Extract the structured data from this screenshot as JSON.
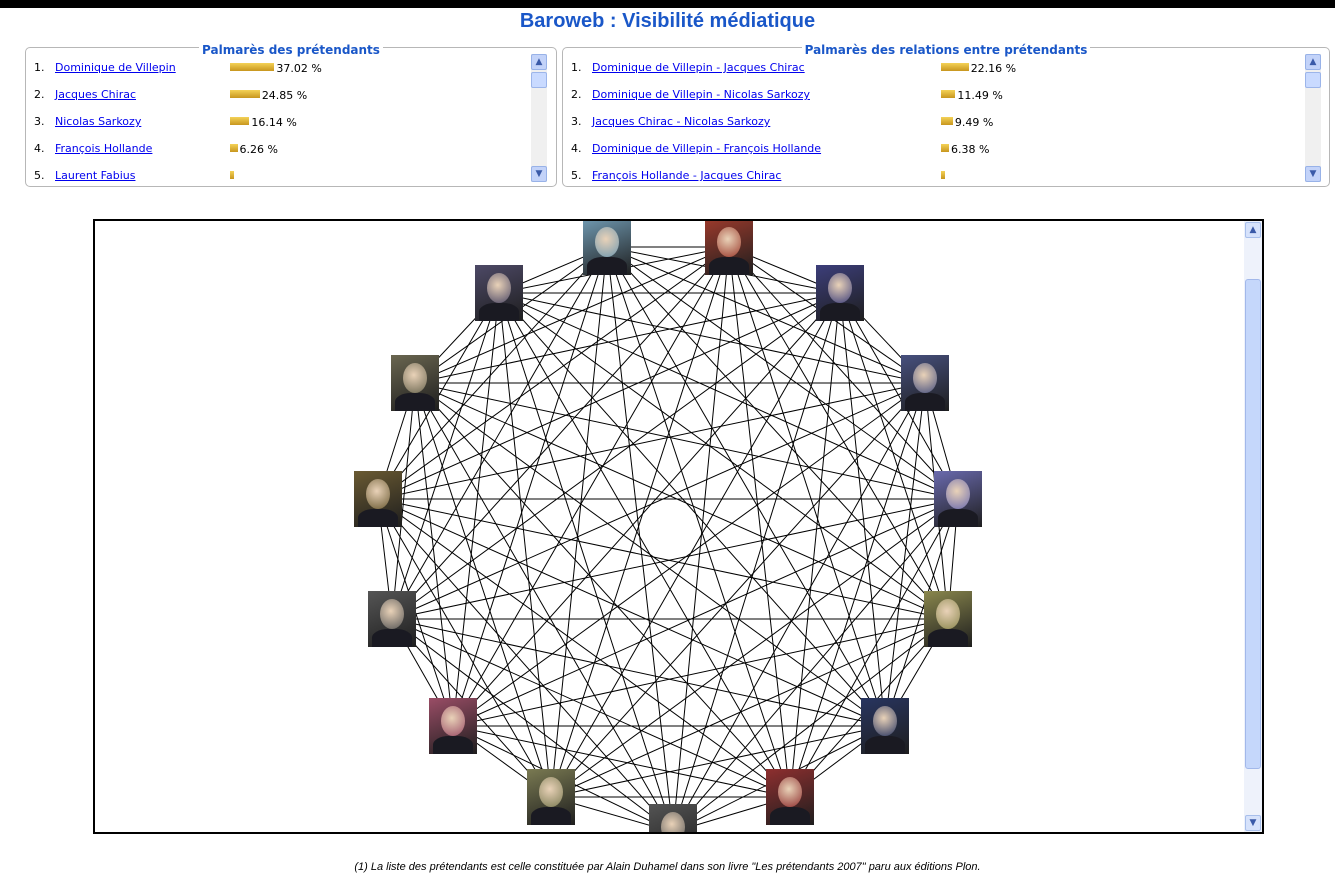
{
  "page_title": "Baroweb : Visibilité médiatique",
  "panel_left": {
    "title": "Palmarès des prétendants",
    "rows": [
      {
        "num": "1.",
        "name": "Dominique de Villepin",
        "pct": "37.02 %",
        "value": 37.02
      },
      {
        "num": "2.",
        "name": "Jacques Chirac",
        "pct": "24.85 %",
        "value": 24.85
      },
      {
        "num": "3.",
        "name": "Nicolas Sarkozy",
        "pct": "16.14 %",
        "value": 16.14
      },
      {
        "num": "4.",
        "name": "François Hollande",
        "pct": "6.26 %",
        "value": 6.26
      },
      {
        "num": "5.",
        "name": "Laurent Fabius",
        "pct": "",
        "value": 3.1
      }
    ]
  },
  "panel_right": {
    "title": "Palmarès des relations entre prétendants",
    "rows": [
      {
        "num": "1.",
        "name": "Dominique de Villepin - Jacques Chirac",
        "pct": "22.16 %",
        "value": 22.16
      },
      {
        "num": "2.",
        "name": "Dominique de Villepin - Nicolas Sarkozy",
        "pct": "11.49 %",
        "value": 11.49
      },
      {
        "num": "3.",
        "name": "Jacques Chirac - Nicolas Sarkozy",
        "pct": "9.49 %",
        "value": 9.49
      },
      {
        "num": "4.",
        "name": "Dominique de Villepin - François Hollande",
        "pct": "6.38 %",
        "value": 6.38
      },
      {
        "num": "5.",
        "name": "François Hollande - Jacques Chirac",
        "pct": "",
        "value": 2.9
      }
    ]
  },
  "graph": {
    "portraits": [
      {
        "tint": "#6f98b0"
      },
      {
        "tint": "#9b3a2c"
      },
      {
        "tint": "#3c3e7a"
      },
      {
        "tint": "#47507e"
      },
      {
        "tint": "#6a6aae"
      },
      {
        "tint": "#8a874d"
      },
      {
        "tint": "#283560"
      },
      {
        "tint": "#8e2f2f"
      },
      {
        "tint": "#545454"
      },
      {
        "tint": "#7a7a52"
      },
      {
        "tint": "#9a4d66"
      },
      {
        "tint": "#555555"
      },
      {
        "tint": "#6a5a32"
      },
      {
        "tint": "#6a6650"
      },
      {
        "tint": "#4d4966"
      }
    ]
  },
  "footnote": "(1) La liste des prétendants est celle constituée par Alain Duhamel dans son livre \"Les prétendants 2007\" paru aux éditions Plon."
}
